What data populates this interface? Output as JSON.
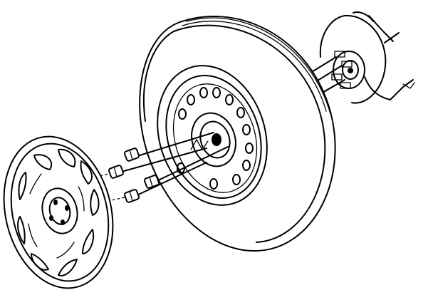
{
  "figure": {
    "type": "exploded-assembly-line-drawing",
    "subject_parts": [
      "wheel-cover",
      "lug-nuts",
      "tire-and-wheel",
      "wheel-studs",
      "brake-hub-assembly"
    ],
    "ink_color": "#000000",
    "background_color": "#ffffff",
    "printed_text": ""
  }
}
